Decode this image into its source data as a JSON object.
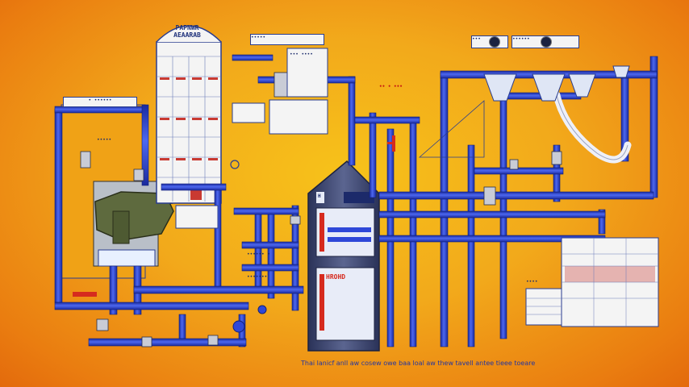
{
  "diagram": {
    "title_line1": "PAPNWR",
    "title_line2": "AEAARAB",
    "left_panel_label": "• ••••••",
    "left_panel_text": "•••••",
    "top_box_label": "•••••",
    "gauge_box1_label": "•••",
    "gauge_box2_label": "••••••",
    "red_callout": "•• • •••",
    "center_panel_label": "H",
    "heater_tag": "HROHD",
    "mid_label_1": "•••••• •",
    "mid_label_2": "•••••••",
    "info_box_top": "••• ••••",
    "right_side_label": "••••",
    "caption": "Thai lanicf anll aw cosew owe baa loal aw thew tavell antee tieee toeare"
  },
  "colors": {
    "pipe": "#2f48d8",
    "pipe_dark": "#1a2a9e",
    "background": "#f2a91b",
    "tank": "#3f4a78",
    "accent_red": "#d62a1e"
  }
}
